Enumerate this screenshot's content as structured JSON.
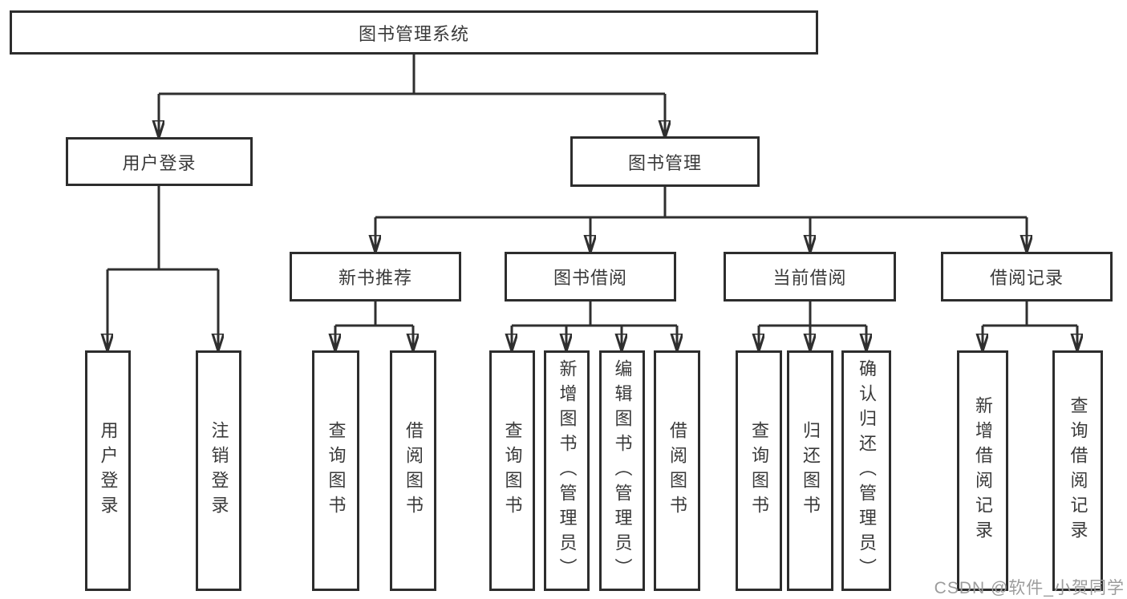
{
  "diagram": {
    "type": "tree",
    "title": "图书管理系统",
    "colors": {
      "background": "#ffffff",
      "line": "#2f2f2f",
      "box_border": "#2d2d2d",
      "box_fill": "#ffffff",
      "text": "#3a3a3a",
      "watermark": "#9c9c9c"
    },
    "nodes": {
      "root": "图书管理系统",
      "user_login": "用户登录",
      "book_mgmt": "图书管理",
      "new_books": "新书推荐",
      "book_borrow": "图书借阅",
      "current_borrow": "当前借阅",
      "borrow_records": "借阅记录",
      "leaf_user_login": "用户登录",
      "leaf_logout": "注销登录",
      "leaf_nb_query": "查询图书",
      "leaf_nb_borrow": "借阅图书",
      "leaf_bb_query": "查询图书",
      "leaf_bb_add": "新增图书（管理员）",
      "leaf_bb_edit": "编辑图书（管理员）",
      "leaf_bb_borrow": "借阅图书",
      "leaf_cb_query": "查询图书",
      "leaf_cb_return": "归还图书",
      "leaf_cb_confirm": "确认归还（管理员）",
      "leaf_rec_add": "新增借阅记录",
      "leaf_rec_query": "查询借阅记录"
    },
    "hierarchy": {
      "图书管理系统": {
        "用户登录": [
          "用户登录",
          "注销登录"
        ],
        "图书管理": {
          "新书推荐": [
            "查询图书",
            "借阅图书"
          ],
          "图书借阅": [
            "查询图书",
            "新增图书（管理员）",
            "编辑图书（管理员）",
            "借阅图书"
          ],
          "当前借阅": [
            "查询图书",
            "归还图书",
            "确认归还（管理员）"
          ],
          "借阅记录": [
            "新增借阅记录",
            "查询借阅记录"
          ]
        }
      }
    },
    "watermark": "CSDN @软件_小贺同学"
  }
}
